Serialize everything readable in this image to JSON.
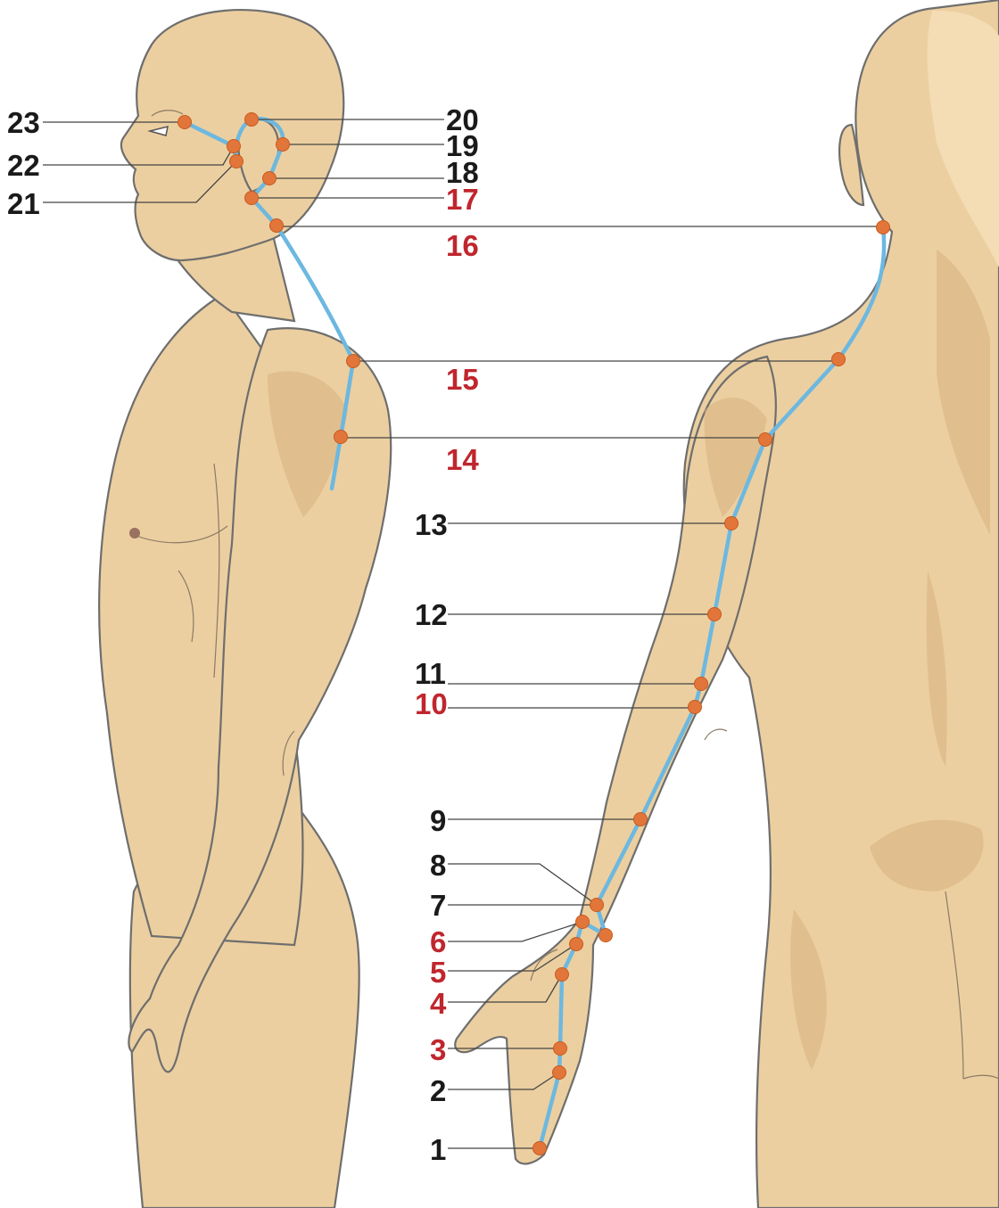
{
  "colors": {
    "skin": "#eccfa0",
    "meridian": "#6cb8e0",
    "point": "#e2763a",
    "label_black": "#1a1a1a",
    "label_red": "#c0262d"
  },
  "labels": [
    {
      "text": "23",
      "color": "black"
    },
    {
      "text": "22",
      "color": "black"
    },
    {
      "text": "21",
      "color": "black"
    },
    {
      "text": "20",
      "color": "black"
    },
    {
      "text": "19",
      "color": "black"
    },
    {
      "text": "18",
      "color": "black"
    },
    {
      "text": "17",
      "color": "red"
    },
    {
      "text": "16",
      "color": "red"
    },
    {
      "text": "15",
      "color": "red"
    },
    {
      "text": "14",
      "color": "red"
    },
    {
      "text": "13",
      "color": "black"
    },
    {
      "text": "12",
      "color": "black"
    },
    {
      "text": "11",
      "color": "black"
    },
    {
      "text": "10",
      "color": "red"
    },
    {
      "text": "9",
      "color": "black"
    },
    {
      "text": "8",
      "color": "black"
    },
    {
      "text": "7",
      "color": "black"
    },
    {
      "text": "6",
      "color": "red"
    },
    {
      "text": "5",
      "color": "red"
    },
    {
      "text": "4",
      "color": "red"
    },
    {
      "text": "3",
      "color": "red"
    },
    {
      "text": "2",
      "color": "black"
    },
    {
      "text": "1",
      "color": "black"
    }
  ]
}
